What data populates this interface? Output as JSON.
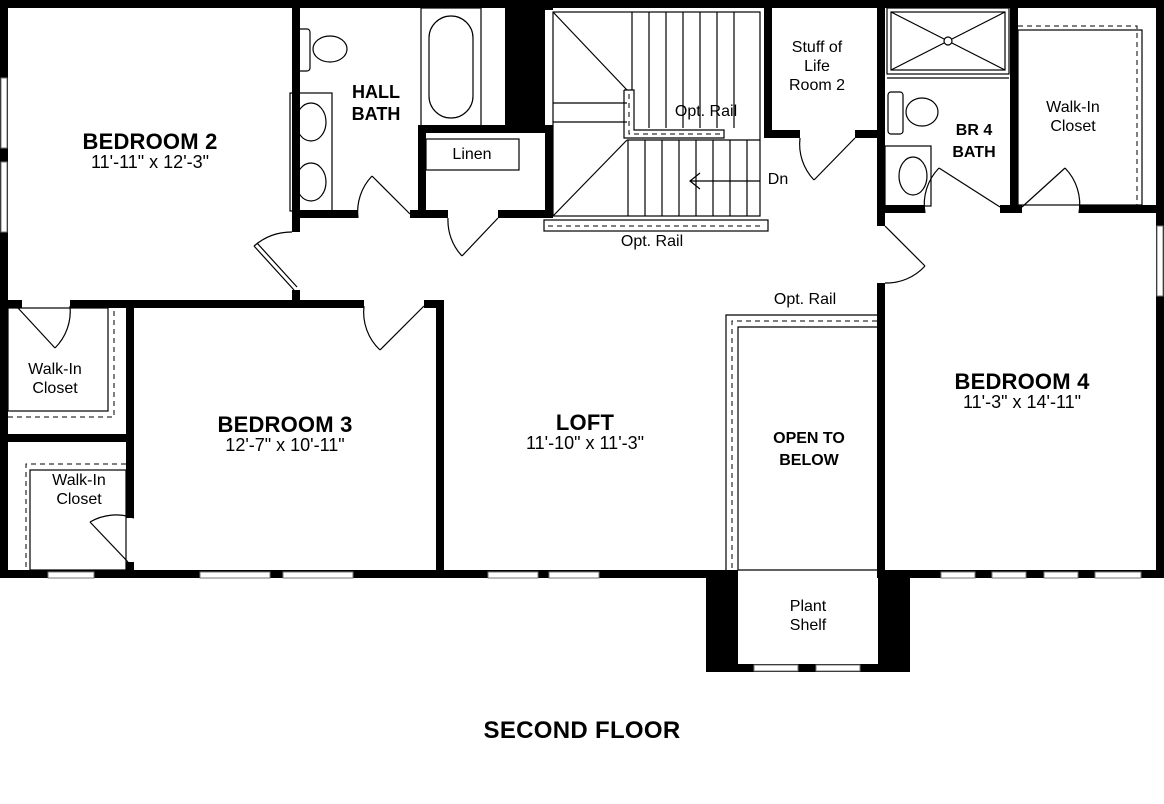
{
  "floor_title": "SECOND FLOOR",
  "colors": {
    "wall": "#000000",
    "background": "#ffffff",
    "fixture_line": "#000000",
    "window": "#ffffff"
  },
  "rooms": {
    "bedroom2": {
      "name": "BEDROOM 2",
      "dims": "11'-11\" x 12'-3\""
    },
    "hall_bath": {
      "line1": "HALL",
      "line2": "BATH"
    },
    "linen": {
      "name": "Linen"
    },
    "stuff_of_life": {
      "line1": "Stuff of",
      "line2": "Life",
      "line3": "Room 2"
    },
    "br4_bath": {
      "line1": "BR 4",
      "line2": "BATH"
    },
    "walkin_br4": {
      "line1": "Walk-In",
      "line2": "Closet"
    },
    "walkin_br2": {
      "line1": "Walk-In",
      "line2": "Closet"
    },
    "walkin_br3": {
      "line1": "Walk-In",
      "line2": "Closet"
    },
    "bedroom3": {
      "name": "BEDROOM 3",
      "dims": "12'-7\" x 10'-11\""
    },
    "loft": {
      "name": "LOFT",
      "dims": "11'-10\" x 11'-3\""
    },
    "open_to_below": {
      "line1": "OPEN TO",
      "line2": "BELOW"
    },
    "bedroom4": {
      "name": "BEDROOM 4",
      "dims": "11'-3\" x 14'-11\""
    },
    "plant_shelf": {
      "line1": "Plant",
      "line2": "Shelf"
    }
  },
  "annotations": {
    "stair_rail_upper": "Opt. Rail",
    "stair_rail_lower": "Opt. Rail",
    "loft_rail": "Opt. Rail",
    "stair_direction": "Dn"
  }
}
